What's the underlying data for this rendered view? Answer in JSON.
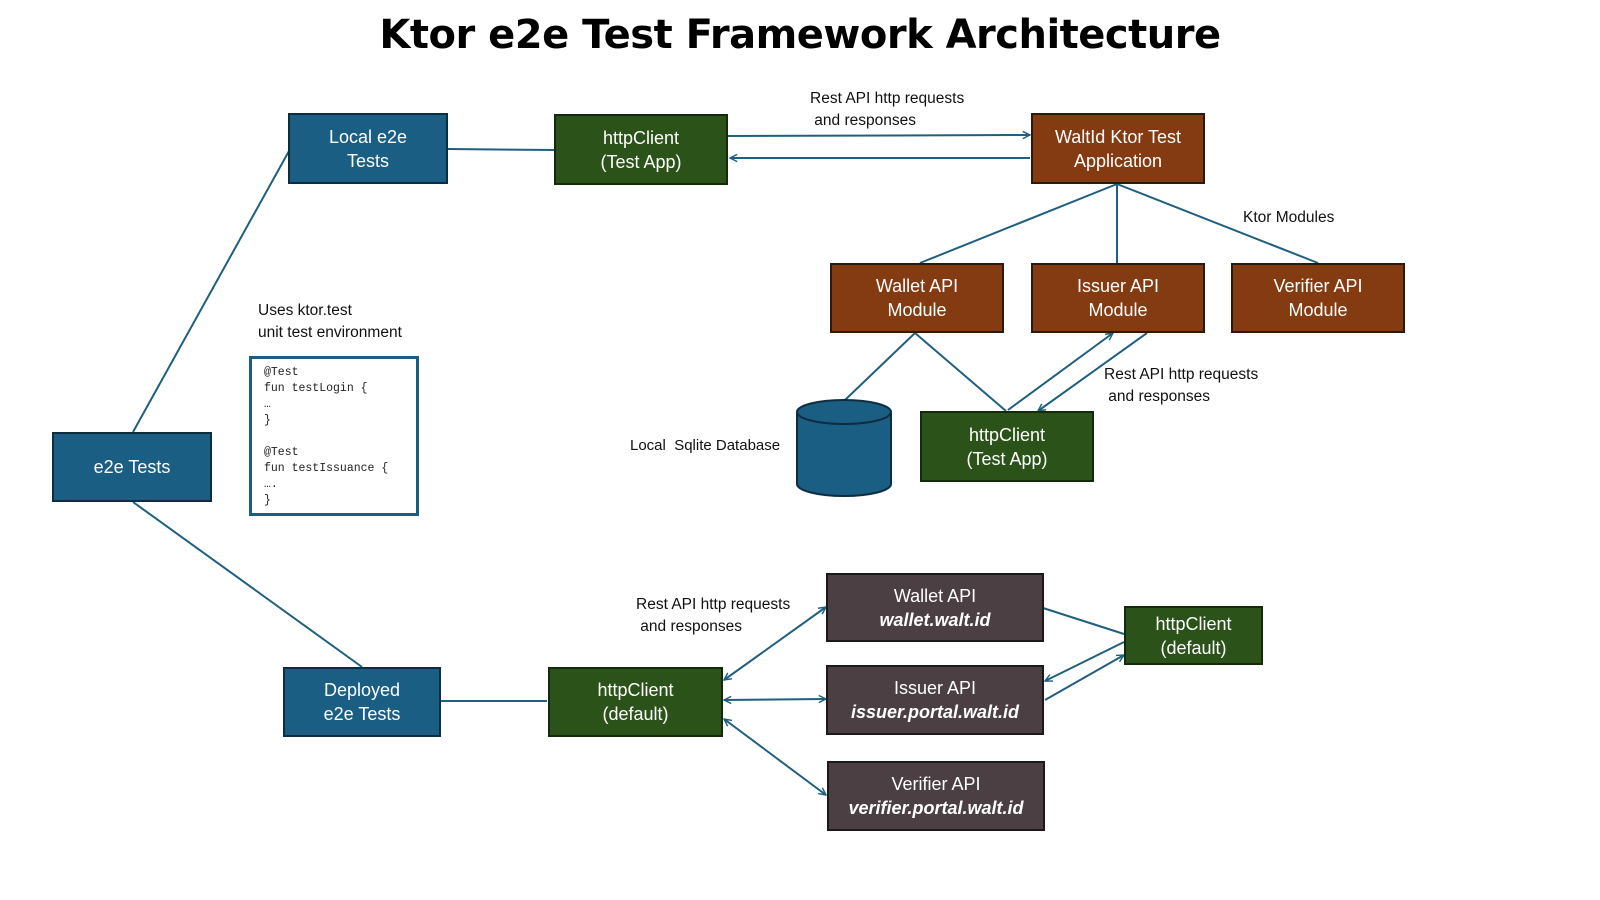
{
  "title": "Ktor e2e Test Framework Architecture",
  "colors": {
    "test_blue": "#1b5e84",
    "client_green": "#2b5319",
    "module_brown": "#843b12",
    "deployed_gray": "#4b3f43",
    "edge": "#1f5f7f"
  },
  "nodes": {
    "e2e_tests": {
      "line1": "e2e Tests"
    },
    "local_tests": {
      "line1": "Local e2e",
      "line2": "Tests"
    },
    "deployed_tests": {
      "line1": "Deployed",
      "line2": "e2e Tests"
    },
    "local_http_client": {
      "line1": "httpClient",
      "line2": "(Test App)"
    },
    "ktor_test_app": {
      "line1": "WaltId Ktor Test",
      "line2": "Application"
    },
    "wallet_module": {
      "line1": "Wallet API",
      "line2": "Module"
    },
    "issuer_module": {
      "line1": "Issuer API",
      "line2": "Module"
    },
    "verifier_module": {
      "line1": "Verifier API",
      "line2": "Module"
    },
    "module_http_client": {
      "line1": "httpClient",
      "line2": "(Test App)"
    },
    "deployed_http_client": {
      "line1": "httpClient",
      "line2": "(default)"
    },
    "wallet_api": {
      "line1": "Wallet API",
      "line2": "wallet.walt.id"
    },
    "issuer_api": {
      "line1": "Issuer API",
      "line2": "issuer.portal.walt.id"
    },
    "verifier_api": {
      "line1": "Verifier API",
      "line2": "verifier.portal.walt.id"
    },
    "right_http_client": {
      "line1": "httpClient",
      "line2": "(default)"
    }
  },
  "labels": {
    "rest_top": "Rest API http requests\n and responses",
    "ktor_modules": "Ktor Modules",
    "rest_mid": "Rest API http requests\n and responses",
    "rest_bottom": "Rest API http requests\n and responses",
    "uses_ktor": "Uses ktor.test\nunit test environment",
    "sqlite": "Local  Sqlite Database"
  },
  "code_sample": "@Test\nfun testLogin {\n…\n}\n\n@Test\nfun testIssuance {\n….\n}"
}
